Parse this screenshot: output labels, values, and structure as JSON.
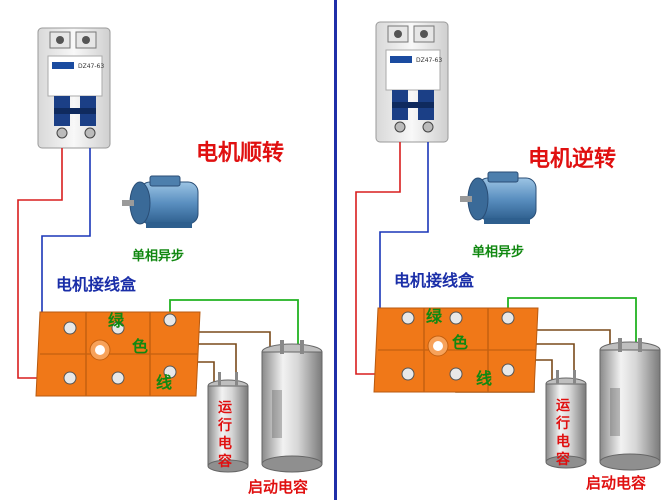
{
  "colors": {
    "divider": "#1f2fa8",
    "wire_red": "#d81e1e",
    "wire_blue": "#1a36b8",
    "wire_green": "#22b322",
    "wire_black": "#111111",
    "wire_brown": "#7a4a1a",
    "terminal_box": "#f07818",
    "title_red": "#e01010",
    "label_blue": "#1a2ea8",
    "label_green": "#118811",
    "motor_blue": "#6a9ec8"
  },
  "icons": [
    "circuit-breaker-icon",
    "motor-icon",
    "capacitor-icon",
    "terminal-screw-icon"
  ],
  "left": {
    "title": "电机顺转",
    "motor_label": "单相异步",
    "box_label": "电机接线盒",
    "green_chars": [
      "绿",
      "色",
      "线"
    ],
    "run_cap_chars": [
      "运",
      "行",
      "电",
      "容"
    ],
    "start_cap_label": "启动电容",
    "breaker_brand": "DZ47-63"
  },
  "right": {
    "title": "电机逆转",
    "motor_label": "单相异步",
    "box_label": "电机接线盒",
    "green_chars": [
      "绿",
      "色",
      "线"
    ],
    "run_cap_chars": [
      "运",
      "行",
      "电",
      "容"
    ],
    "start_cap_label": "启动电容",
    "breaker_brand": "DZ47-63"
  }
}
